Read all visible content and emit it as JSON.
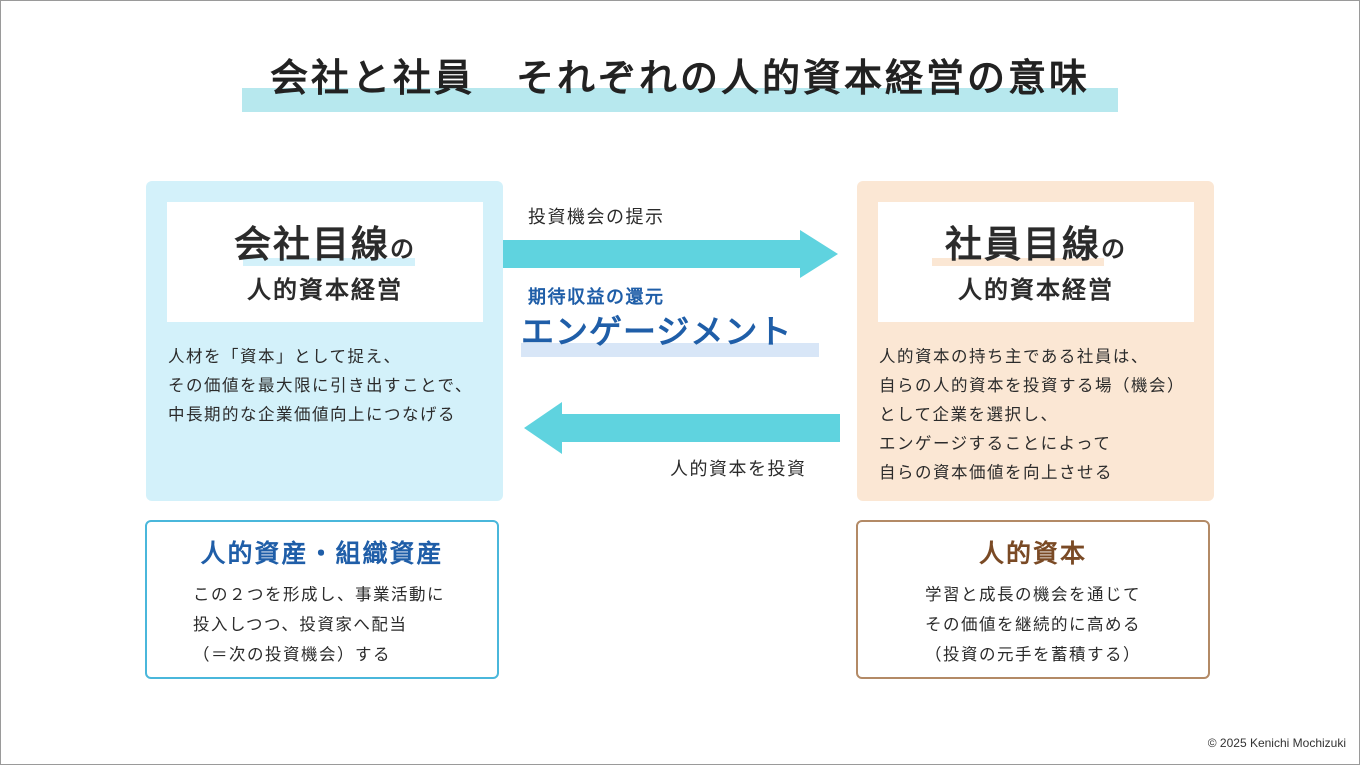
{
  "title": "会社と社員　それぞれの人的資本経営の意味",
  "left_panel": {
    "heading_big": "会社目線",
    "heading_no": "の",
    "heading_sub": "人的資本経営",
    "lines": [
      "人材を「資本」として捉え、",
      "その価値を最大限に引き出すことで、",
      "中長期的な企業価値向上につなげる"
    ]
  },
  "right_panel": {
    "heading_big": "社員目線",
    "heading_no": "の",
    "heading_sub": "人的資本経営",
    "lines": [
      "人的資本の持ち主である社員は、",
      "自らの人的資本を投資する場（機会）",
      "として企業を選択し、",
      "エンゲージすることによって",
      "自らの資本価値を向上させる"
    ]
  },
  "arrows": {
    "top_label": "投資機会の提示",
    "return_label": "期待収益の還元",
    "engagement": "エンゲージメント",
    "bottom_label": "人的資本を投資"
  },
  "left_box": {
    "title": "人的資産・組織資産",
    "lines": [
      "この２つを形成し、事業活動に",
      "投入しつつ、投資家へ配当",
      "（＝次の投資機会）する"
    ]
  },
  "right_box": {
    "title": "人的資本",
    "lines": [
      "学習と成長の機会を通じて",
      "その価値を継続的に高める",
      "（投資の元手を蓄積する）"
    ]
  },
  "copyright": "© 2025 Kenichi Mochizuki",
  "colors": {
    "title_highlight": "#b7e8ee",
    "left_panel_bg": "#d3f1fa",
    "right_panel_bg": "#fbe7d4",
    "arrow": "#5fd3df",
    "blue_text": "#1f5ea8",
    "brown_text": "#7a4a25",
    "left_box_border": "#4ab7db",
    "right_box_border": "#b38a66"
  }
}
